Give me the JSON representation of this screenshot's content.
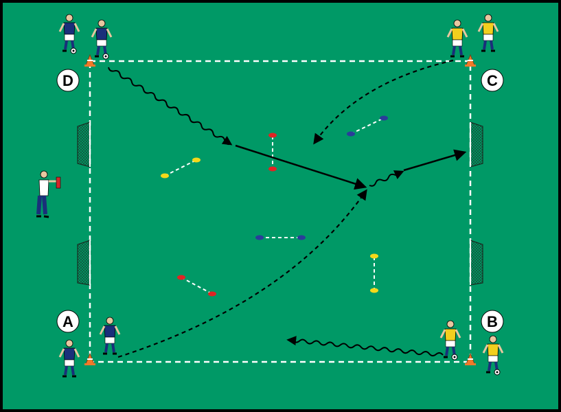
{
  "colors": {
    "pitch": "#009966",
    "frame": "#000000",
    "line": "#ffffff",
    "team_blue": "#1a2f7a",
    "team_yellow": "#f2cf1e",
    "cone_orange": "#f07a2a",
    "cone_red": "#e02424",
    "cone_yellow": "#f4d81a",
    "cone_blue": "#2a3d9a"
  },
  "corners": {
    "a": "A",
    "b": "B",
    "c": "C",
    "d": "D"
  },
  "icons": {
    "goal": "mini-goal-icon",
    "cone": "cone-icon",
    "player": "player-icon",
    "coach": "coach-icon",
    "ball": "ball-icon"
  }
}
